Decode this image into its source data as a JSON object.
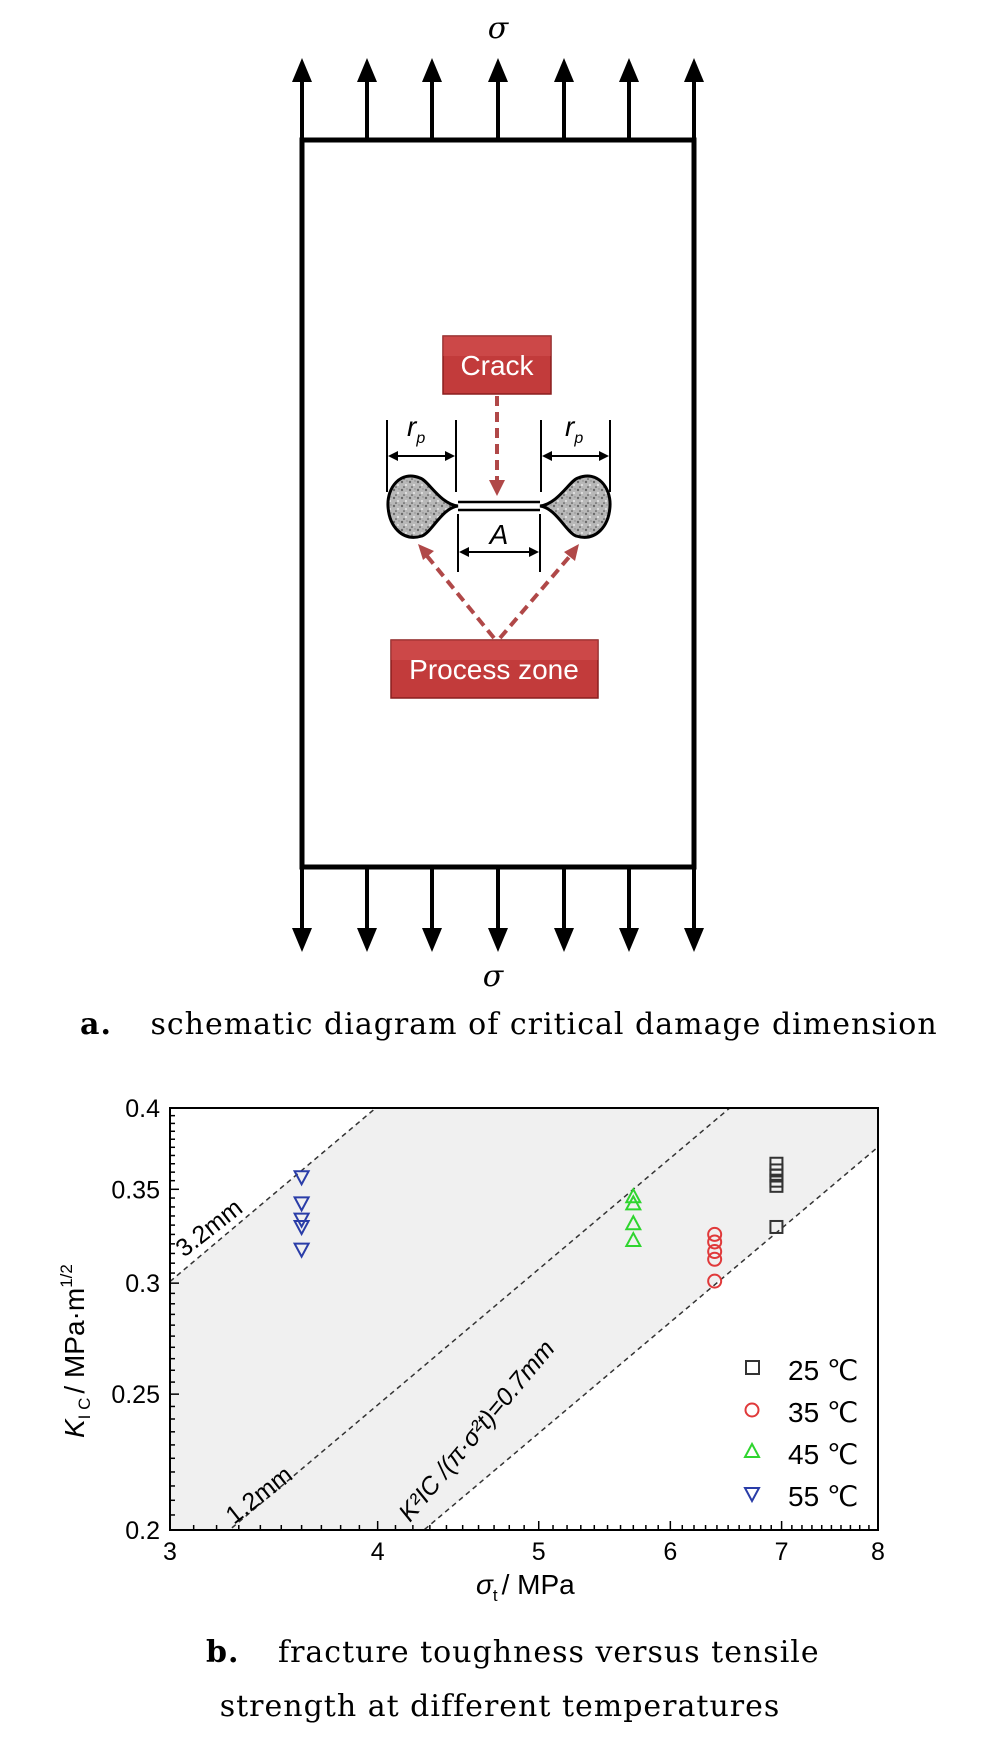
{
  "panel_a": {
    "top_symbol": "σ",
    "bottom_symbol": "σ",
    "crack_label": "Crack",
    "process_zone_label": "Process zone",
    "rp_main": "r",
    "rp_sub": "p",
    "a_label": "A",
    "caption_letter": "a.",
    "caption_text": "schematic diagram of critical damage dimension"
  },
  "panel_b": {
    "ylabel_k": "K",
    "ylabel_sub": "I C",
    "ylabel_unit": "/ MPa·m",
    "ylabel_sup": "1/2",
    "xlabel_sigma": "σ",
    "xlabel_sub": "t",
    "xlabel_unit": "/ MPa",
    "line_labels": {
      "l32": "3.2mm",
      "l12": "1.2mm",
      "l07": "K²IC /(π·σ²t)=0.7mm"
    },
    "caption_letter": "b.",
    "caption_line1": "fracture toughness versus tensile",
    "caption_line2": "strength at different temperatures"
  },
  "chart_data": {
    "type": "scatter",
    "xlabel": "σt / MPa",
    "ylabel": "KIC / MPa·m1/2",
    "x_scale": "log",
    "y_scale": "log",
    "xlim": [
      3,
      8
    ],
    "ylim": [
      0.2,
      0.4
    ],
    "x_ticks": [
      "3",
      "4",
      "5",
      "6",
      "7",
      "8"
    ],
    "y_ticks": [
      "0.2",
      "0.25",
      "0.3",
      "0.35",
      "0.4"
    ],
    "legend_position": "bottom-right",
    "series": [
      {
        "name": "25 ℃",
        "marker": "square",
        "color": "#333333",
        "points": [
          [
            6.95,
            0.365
          ],
          [
            6.95,
            0.361
          ],
          [
            6.95,
            0.358
          ],
          [
            6.95,
            0.355
          ],
          [
            6.95,
            0.352
          ],
          [
            6.95,
            0.329
          ]
        ]
      },
      {
        "name": "35 ℃",
        "marker": "circle",
        "color": "#e0393a",
        "points": [
          [
            6.38,
            0.325
          ],
          [
            6.38,
            0.321
          ],
          [
            6.38,
            0.316
          ],
          [
            6.38,
            0.312
          ],
          [
            6.38,
            0.301
          ]
        ]
      },
      {
        "name": "45 ℃",
        "marker": "triangle-up",
        "color": "#2fd52f",
        "points": [
          [
            5.7,
            0.346
          ],
          [
            5.7,
            0.342
          ],
          [
            5.7,
            0.331
          ],
          [
            5.7,
            0.322
          ]
        ]
      },
      {
        "name": "55 ℃",
        "marker": "triangle-down",
        "color": "#2a3da8",
        "points": [
          [
            3.6,
            0.357
          ],
          [
            3.6,
            0.342
          ],
          [
            3.6,
            0.333
          ],
          [
            3.6,
            0.329
          ],
          [
            3.6,
            0.317
          ]
        ]
      }
    ],
    "reference_lines": [
      {
        "label": "3.2mm",
        "a_mm": 3.2
      },
      {
        "label": "1.2mm",
        "a_mm": 1.2
      },
      {
        "label": "K²IC /(π·σ²t)=0.7mm",
        "a_mm": 0.7
      }
    ],
    "shaded_region": "between 3.2mm and 0.7mm lines"
  }
}
